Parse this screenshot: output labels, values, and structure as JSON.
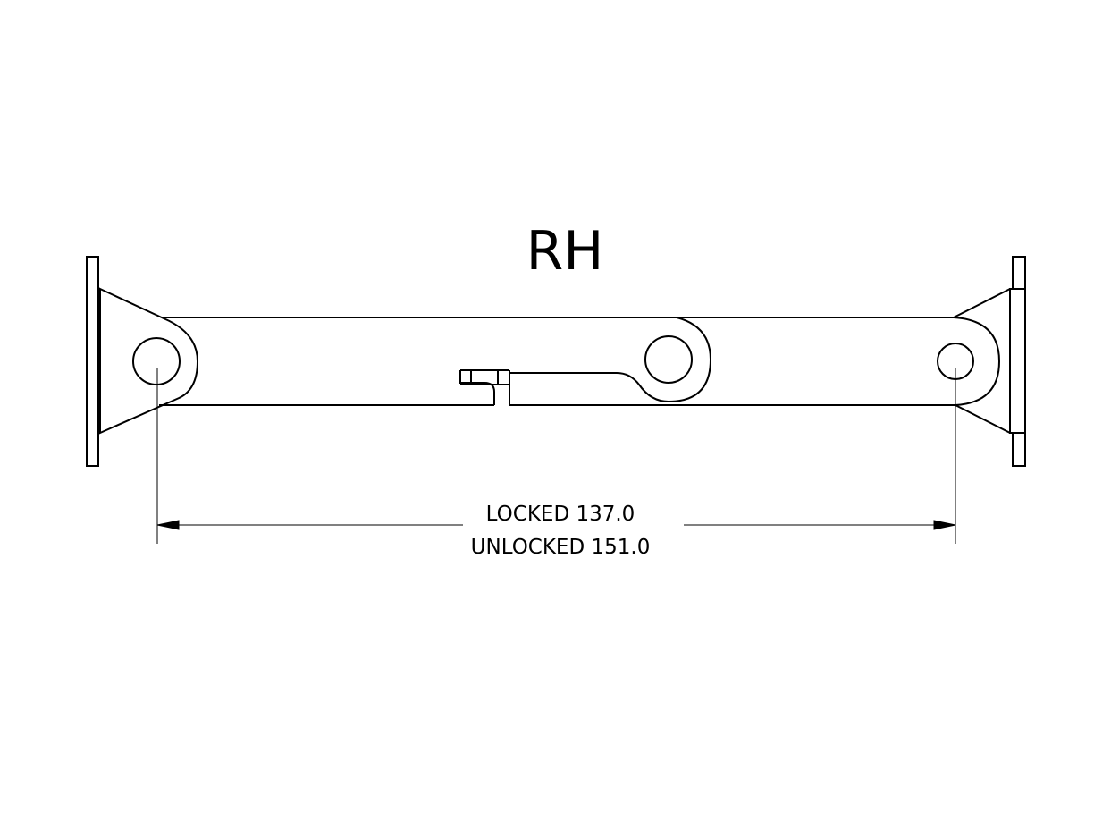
{
  "title": "RH",
  "dimension": {
    "locked_label": "LOCKED 137.0",
    "unlocked_label": "UNLOCKED 151.0"
  },
  "colors": {
    "line": "#000000",
    "background": "#ffffff"
  }
}
